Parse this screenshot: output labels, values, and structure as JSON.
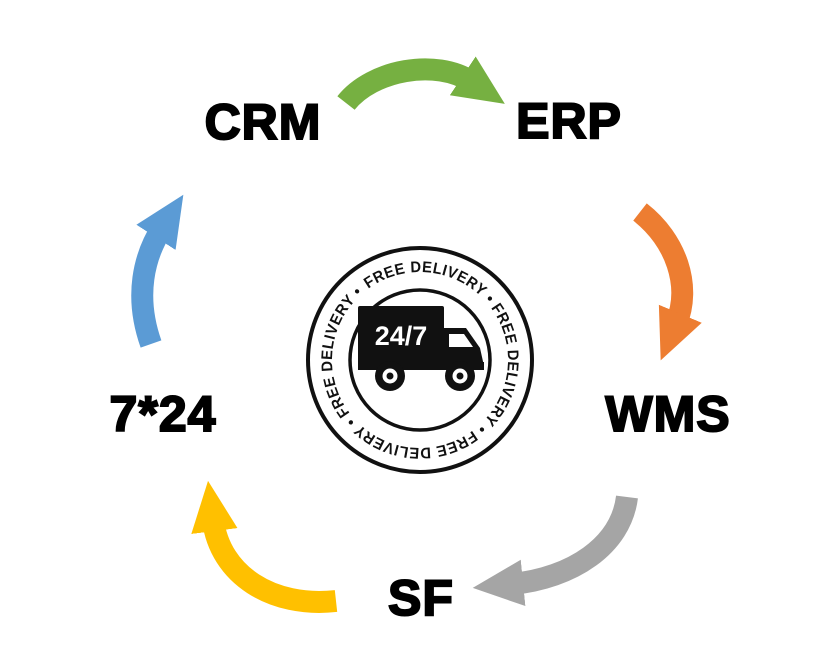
{
  "diagram": {
    "nodes": [
      {
        "id": "crm",
        "label": "CRM"
      },
      {
        "id": "erp",
        "label": "ERP"
      },
      {
        "id": "wms",
        "label": "WMS"
      },
      {
        "id": "sf",
        "label": "SF"
      },
      {
        "id": "s724",
        "label": "7*24"
      }
    ],
    "arrows": [
      {
        "from": "CRM",
        "to": "ERP",
        "color": "#76B041"
      },
      {
        "from": "ERP",
        "to": "WMS",
        "color": "#ED7D31"
      },
      {
        "from": "WMS",
        "to": "SF",
        "color": "#A5A5A5"
      },
      {
        "from": "SF",
        "to": "7*24",
        "color": "#FFC000"
      },
      {
        "from": "7*24",
        "to": "CRM",
        "color": "#5B9BD5"
      }
    ],
    "badge": {
      "ring_text": "FREE DELIVERY • FREE DELIVERY • FREE DELIVERY • FREE DELIVERY • ",
      "truck_label": "24/7",
      "ink_color": "#111111"
    }
  }
}
